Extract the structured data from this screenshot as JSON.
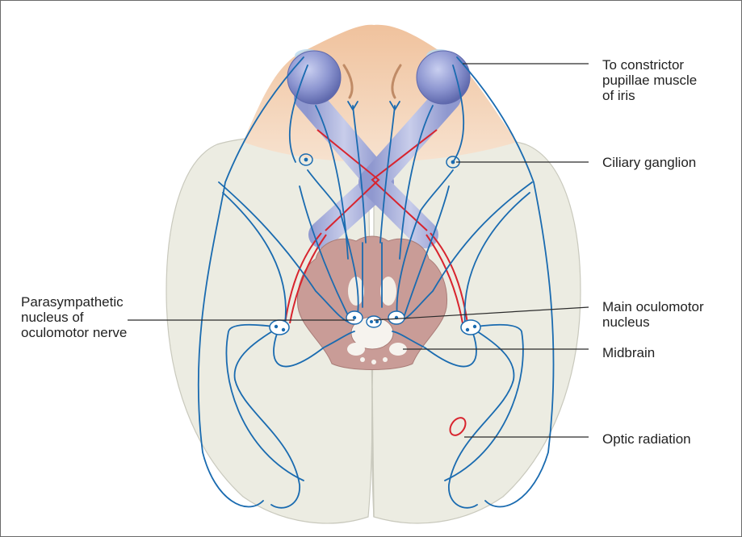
{
  "labels": {
    "constrictor": "To constrictor\npupillae muscle\nof iris",
    "ciliary_ganglion": "Ciliary ganglion",
    "parasympathetic": "Parasympathetic\nnucleus of\noculomotor nerve",
    "main_oculomotor": "Main oculomotor\nnucleus",
    "midbrain": "Midbrain",
    "optic_radiation": "Optic radiation"
  },
  "colors": {
    "brain": "#ecece2",
    "brain_outline": "#c9c9bd",
    "face": "#f2c9a6",
    "eye": "#8c95d0",
    "optic_nerve": "#a9b1dc",
    "midbrain": "#c99c97",
    "nerve_blue": "#1a6bb0",
    "tract_red": "#d8242e"
  }
}
